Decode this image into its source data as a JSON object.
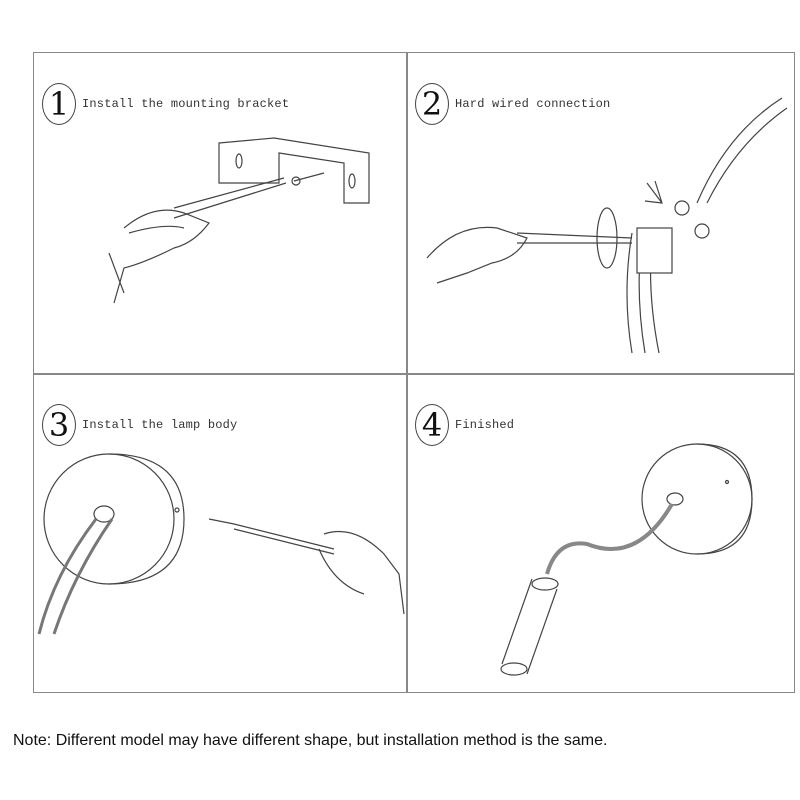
{
  "steps": [
    {
      "number": "1",
      "label": "Install the mounting bracket"
    },
    {
      "number": "2",
      "label": "Hard wired connection"
    },
    {
      "number": "3",
      "label": "Install the lamp body"
    },
    {
      "number": "4",
      "label": "Finished"
    }
  ],
  "note": "Note: Different model may have different shape, but installation method is the same."
}
